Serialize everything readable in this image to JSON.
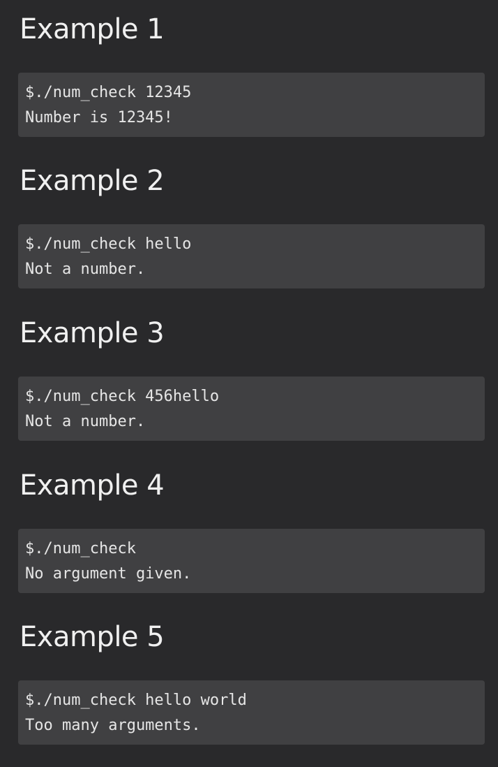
{
  "examples": [
    {
      "title": "Example 1",
      "command": "$./num_check 12345",
      "output": "Number is 12345!"
    },
    {
      "title": "Example 2",
      "command": "$./num_check hello",
      "output": "Not a number."
    },
    {
      "title": "Example 3",
      "command": "$./num_check 456hello",
      "output": "Not a number."
    },
    {
      "title": "Example 4",
      "command": "$./num_check",
      "output": "No argument given."
    },
    {
      "title": "Example 5",
      "command": "$./num_check hello world",
      "output": "Too many arguments."
    }
  ]
}
